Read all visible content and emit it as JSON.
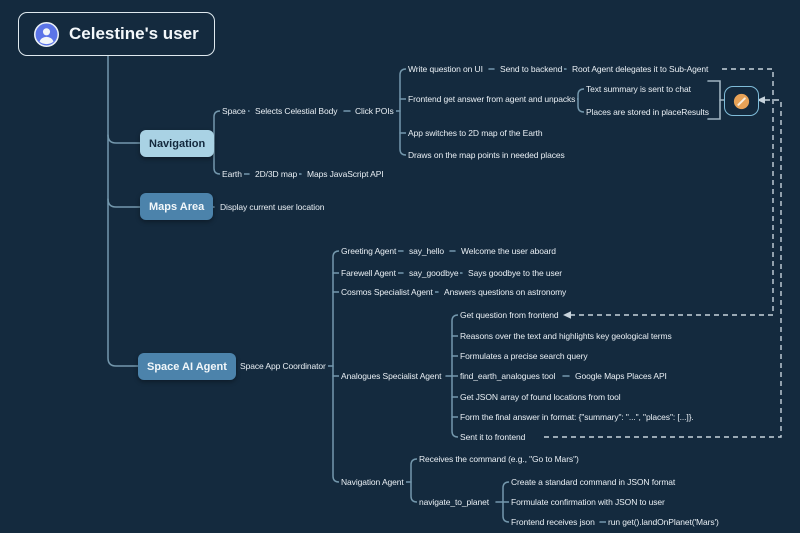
{
  "colors": {
    "background": "#142A3E",
    "connector_line": "#7498AD",
    "dashed_line": "#C7D3DC",
    "bracket": "#9FB3C1",
    "level1_light_bg": "#A9D2E4",
    "level1_blue_bg": "#4C83AB",
    "root_border": "#DFE9EF",
    "user_icon_bg": "#5B74E8",
    "badge_icon_color": "#E7A257",
    "text_color": "#E9EFF4"
  },
  "root": {
    "label": "Celestine's user",
    "icon": "user-icon"
  },
  "navigation": {
    "label": "Navigation",
    "space": "Space",
    "selects_celestial_body": "Selects Celestial Body",
    "click_pois": "Click POIs",
    "write_question_on_ui": "Write question on UI",
    "send_to_backend": "Send to backend",
    "root_agent_delegates": "Root Agent delegates it to Sub-Agent",
    "frontend_get_answer": "Frontend get answer from agent and unpacks",
    "text_summary_sent": "Text summary is sent to chat",
    "places_stored": "Places are stored in placeResults",
    "app_switches_2d": "App switches to 2D map of the Earth",
    "draws_points": "Draws on the map points in needed places",
    "earth": "Earth",
    "map_2d3d": "2D/3D map",
    "maps_js_api": "Maps JavaScript API"
  },
  "maps_area": {
    "label": "Maps Area",
    "display_location": "Display current user location"
  },
  "space_ai_agent": {
    "label": "Space AI Agent",
    "coordinator": "Space App Coordinator",
    "greeting_agent": "Greeting Agent",
    "say_hello": "say_hello",
    "welcome_aboard": "Welcome the user aboard",
    "farewell_agent": "Farewell Agent",
    "say_goodbye": "say_goodbye",
    "says_goodbye_user": "Says goodbye to the user",
    "cosmos_agent": "Cosmos Specialist Agent",
    "answers_astronomy": "Answers questions on astronomy",
    "analogues_agent": "Analogues Specialist Agent",
    "get_question_frontend": "Get question from frontend",
    "reasons_geological": "Reasons over the text and highlights key geological terms",
    "formulates_query": "Formulates a precise search query",
    "find_earth_analogues_tool": "find_earth_analogues tool",
    "google_maps_places_api": "Google Maps Places API",
    "get_json_array": "Get JSON array of found locations from tool",
    "form_final_answer": "Form the final answer in format: {\"summary\": \"...\", \"places\": [...]}.",
    "sent_to_frontend": "Sent it to frontend",
    "navigation_agent": "Navigation Agent",
    "receives_command": "Receives the command (e.g., \"Go to Mars\")",
    "navigate_to_planet": "navigate_to_planet",
    "create_json_command": "Create a standard command in JSON format",
    "formulate_confirmation": "Formulate confirmation with JSON to user",
    "frontend_receives_json": "Frontend receives json",
    "run_land_on_planet": "run get().landOnPlanet('Mars')"
  }
}
